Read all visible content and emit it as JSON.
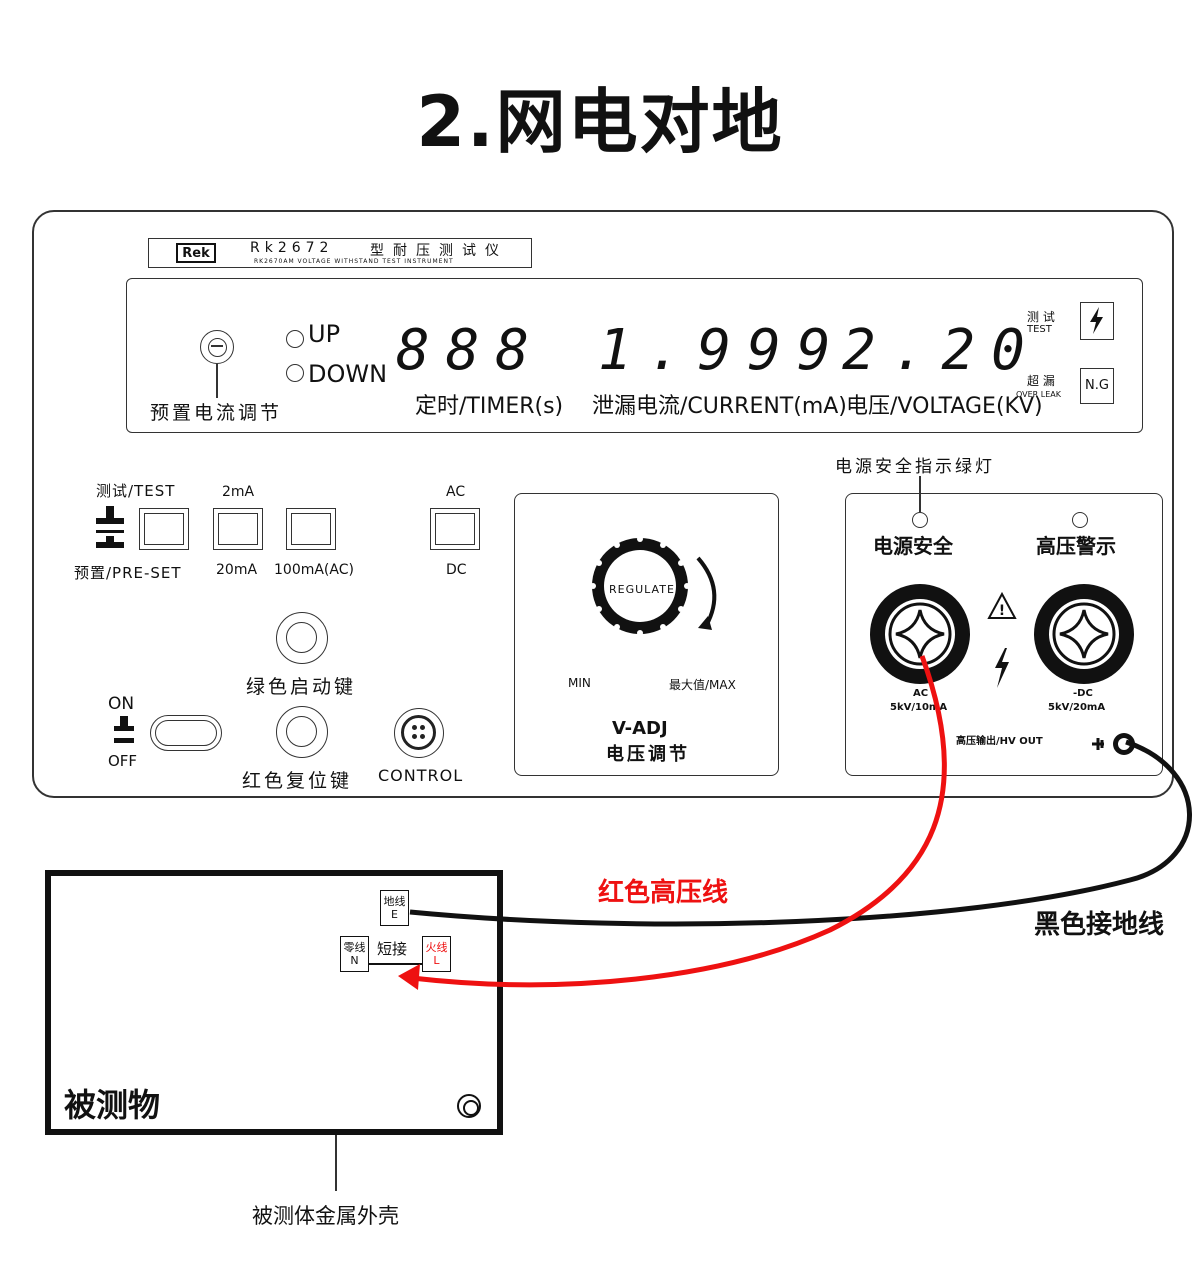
{
  "title": "2.网电对地",
  "instrument": {
    "logo": "Rek",
    "model": "Rk2672",
    "model_cn": "型耐压测试仪",
    "model_en": "RK2670AM VOLTAGE WITHSTAND TEST INSTRUMENT",
    "display": {
      "preset_label": "预置电流调节",
      "up": "UP",
      "down": "DOWN",
      "timer_digits": "888",
      "timer_label": "定时/TIMER(s)",
      "current_digits": "1.999",
      "current_label": "泄漏电流/CURRENT(mA)",
      "voltage_digits": "2.20",
      "voltage_label": "电压/VOLTAGE(KV)",
      "test_cn": "测 试",
      "test_en": "TEST",
      "over_cn": "超 漏",
      "over_en": "OVER  LEAK",
      "ng": "N.G"
    },
    "controls": {
      "test_label": "测试/TEST",
      "preset_label": "预置/PRE-SET",
      "range_2ma": "2mA",
      "range_20ma": "20mA",
      "range_100ma": "100mA(AC)",
      "ac": "AC",
      "dc": "DC",
      "green_start": "绿色启动键",
      "red_reset": "红色复位键",
      "control": "CONTROL",
      "on": "ON",
      "off": "OFF"
    },
    "vadj": {
      "regulate": "REGULATE",
      "min": "MIN",
      "max": "最大值/MAX",
      "title_en": "V-ADJ",
      "title_cn": "电压调节"
    },
    "output": {
      "safety_indicator_note": "电源安全指示绿灯",
      "power_safe": "电源安全",
      "hv_warning": "高压警示",
      "ac_label": "AC",
      "ac_spec": "5kV/10mA",
      "dc_label": "-DC",
      "dc_spec": "5kV/20mA",
      "hv_out": "高压输出/HV OUT"
    }
  },
  "wiring": {
    "red_wire_label": "红色高压线",
    "black_wire_label": "黑色接地线"
  },
  "dut": {
    "label": "被测物",
    "earth_cn": "地线",
    "earth_en": "E",
    "neutral_cn": "零线",
    "neutral_en": "N",
    "live_cn": "火线",
    "live_en": "L",
    "short": "短接",
    "case_note": "被测体金属外壳"
  },
  "colors": {
    "red_wire": "#ee1111",
    "black_wire": "#111111"
  }
}
